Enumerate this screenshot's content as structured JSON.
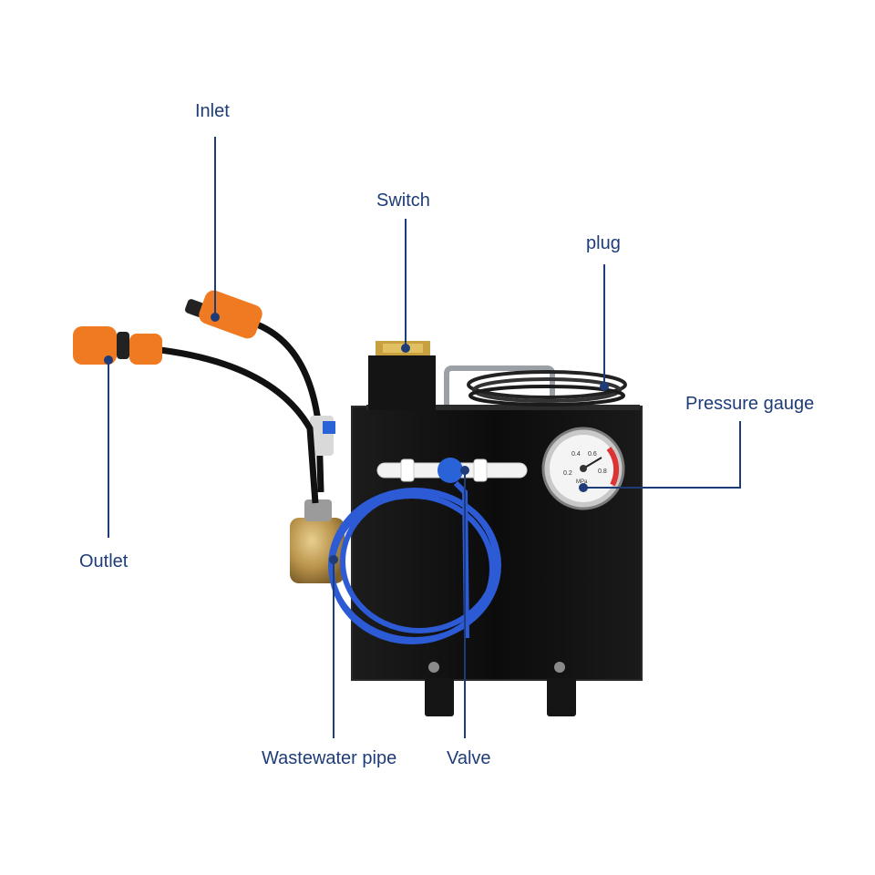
{
  "labels": {
    "inlet": "Inlet",
    "switch": "Switch",
    "plug": "plug",
    "pressure_gauge": "Pressure gauge",
    "outlet": "Outlet",
    "wastewater_pipe": "Wastewater pipe",
    "valve": "Valve"
  },
  "gauge": {
    "unit": "MPa",
    "ticks": [
      "0.2",
      "0.4",
      "0.6",
      "0.8"
    ]
  },
  "colors": {
    "callout": "#1e3c78",
    "body": "#111111",
    "hose": "#2d5bd6",
    "connector": "#f07a22",
    "brass": "#b8924a"
  }
}
